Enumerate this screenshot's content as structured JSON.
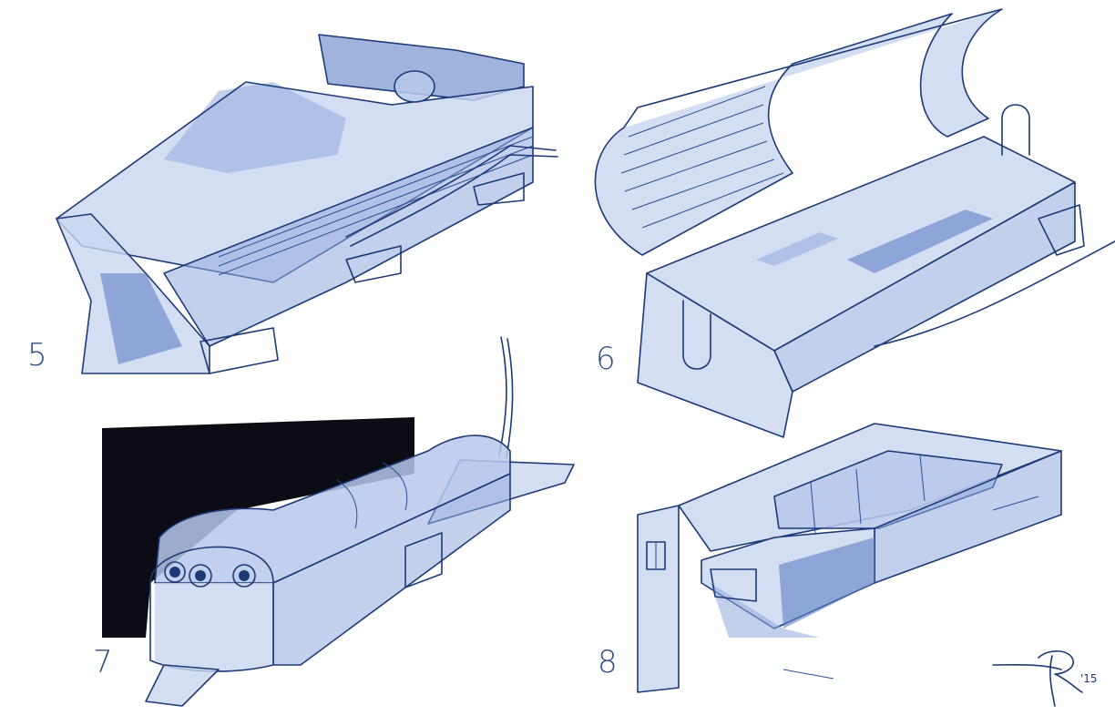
{
  "sheet": {
    "panels": [
      {
        "label": "5"
      },
      {
        "label": "6"
      },
      {
        "label": "7"
      },
      {
        "label": "8"
      }
    ],
    "signature": "'15",
    "ink_color": "#1c3a78",
    "wash_color": "#8fa9dc",
    "background_color": "#ffffff"
  }
}
